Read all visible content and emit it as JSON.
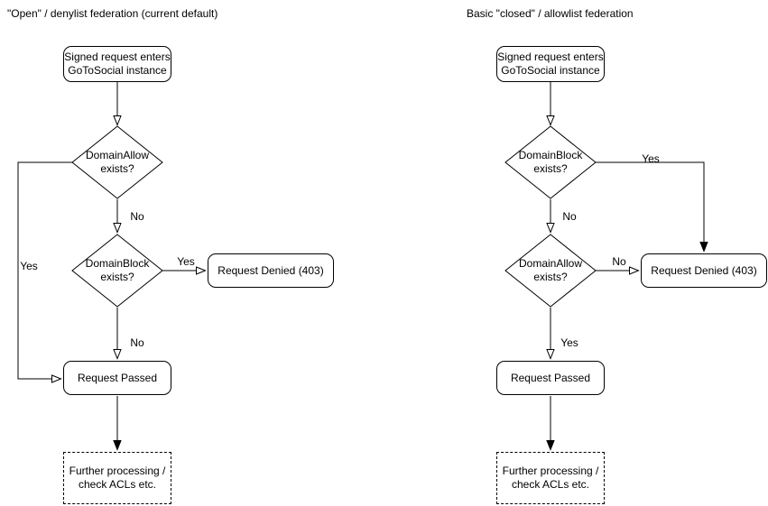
{
  "colors": {
    "stroke": "#000000",
    "background": "#ffffff",
    "text": "#000000"
  },
  "left_chart": {
    "title": "\"Open\" / denylist federation (current default)",
    "nodes": {
      "start": "Signed request enters\nGoToSocial instance",
      "decision1": "DomainAllow\nexists?",
      "decision2": "DomainBlock\nexists?",
      "denied": "Request Denied (403)",
      "passed": "Request Passed",
      "further": "Further processing /\ncheck ACLs etc."
    },
    "edge_labels": {
      "decision1_yes": "Yes",
      "decision1_no": "No",
      "decision2_yes": "Yes",
      "decision2_no": "No"
    }
  },
  "right_chart": {
    "title": "Basic \"closed\" / allowlist federation",
    "nodes": {
      "start": "Signed request enters\nGoToSocial instance",
      "decision1": "DomainBlock\nexists?",
      "decision2": "DomainAllow\nexists?",
      "denied": "Request Denied (403)",
      "passed": "Request Passed",
      "further": "Further processing /\ncheck ACLs etc."
    },
    "edge_labels": {
      "decision1_yes": "Yes",
      "decision1_no": "No",
      "decision2_no": "No",
      "decision2_yes": "Yes"
    }
  }
}
